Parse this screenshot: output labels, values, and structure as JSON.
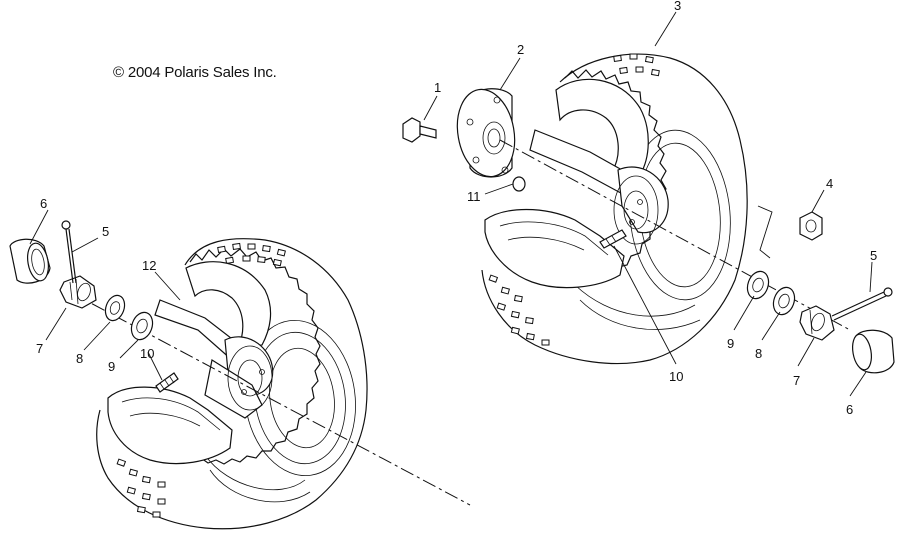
{
  "copyright": "© 2004 Polaris Sales Inc.",
  "callouts": {
    "c1": "1",
    "c2": "2",
    "c3": "3",
    "c4": "4",
    "c5_left": "5",
    "c5_right": "5",
    "c6_left": "6",
    "c6_right": "6",
    "c7_left": "7",
    "c7_right": "7",
    "c8_left": "8",
    "c8_right": "8",
    "c9_left": "9",
    "c9_right": "9",
    "c10_left": "10",
    "c10_right": "10",
    "c11": "11",
    "c12": "12"
  }
}
